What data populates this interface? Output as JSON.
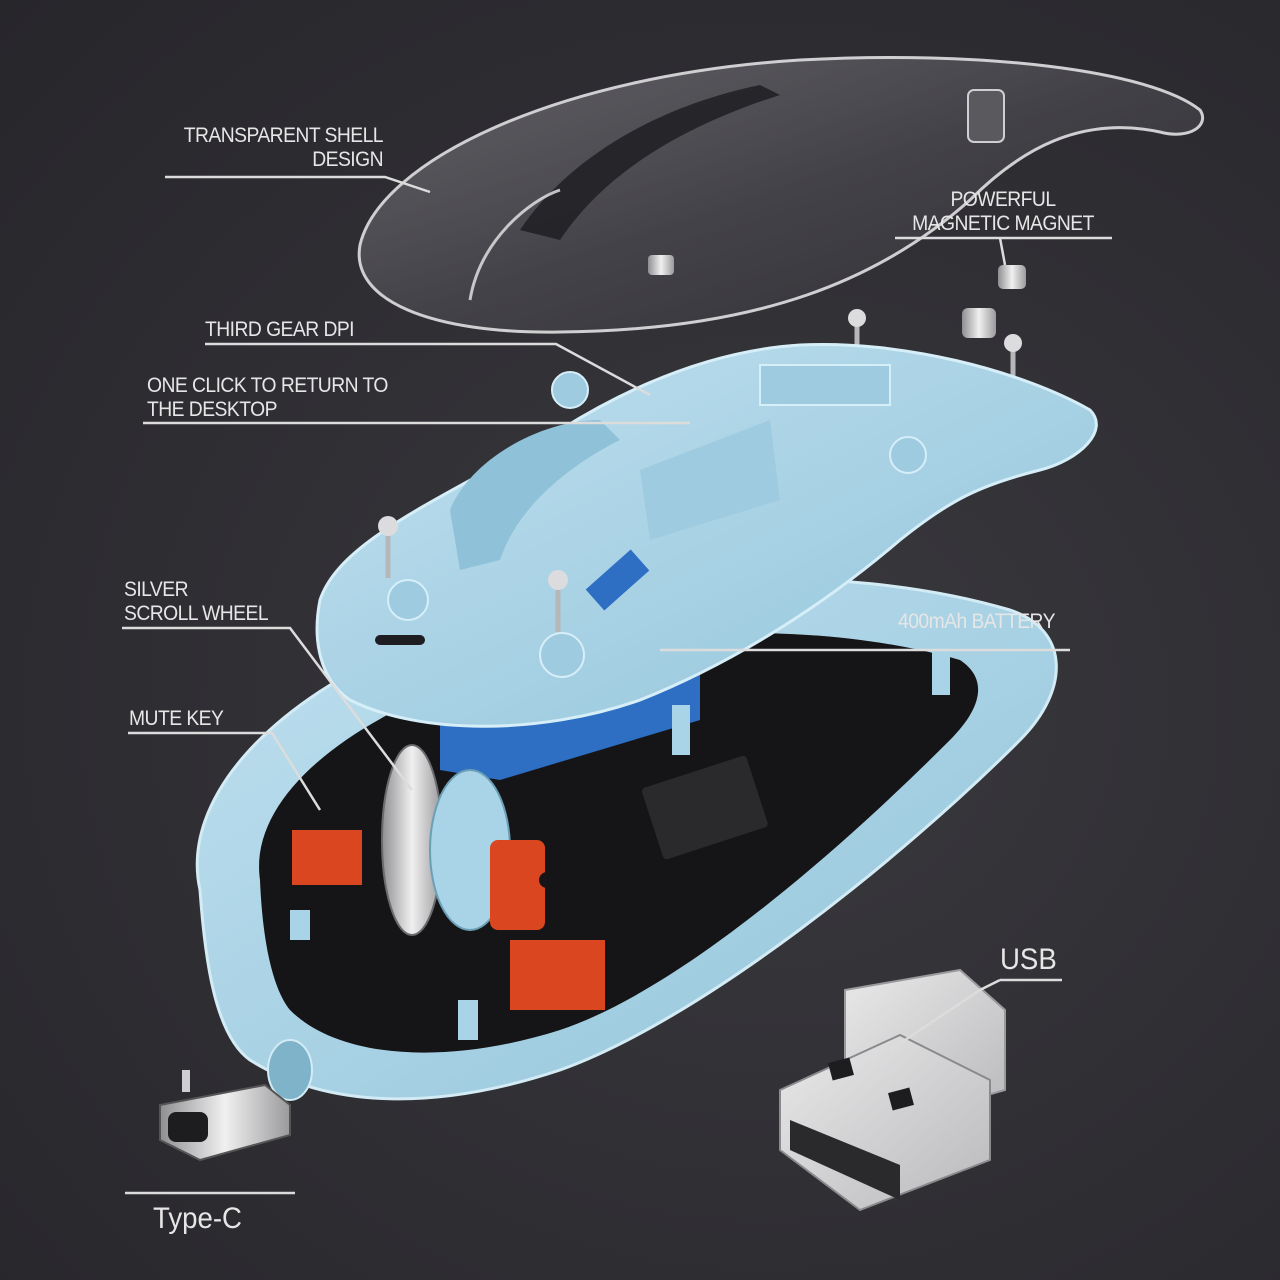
{
  "diagram": {
    "subject": "Exploded view of wireless mouse",
    "colors": {
      "background": "#2f2e33",
      "bracket_blue": "#a9d3e6",
      "shell_clear": "#6e6d72",
      "battery_blue": "#2e6fc4",
      "switch_orange": "#d9461f",
      "pcb_black": "#151517",
      "callout_line": "#dcdcdc",
      "label_text": "#e6e6e6"
    },
    "callouts": [
      {
        "id": "transparent-shell",
        "text": "TRANSPARENT SHELL\nDESIGN"
      },
      {
        "id": "magnet",
        "text": "POWERFUL\nMAGNETIC MAGNET"
      },
      {
        "id": "dpi",
        "text": "THIRD GEAR DPI"
      },
      {
        "id": "desktop",
        "text": "ONE CLICK TO RETURN TO\nTHE DESKTOP"
      },
      {
        "id": "scroll",
        "text": "SILVER\nSCROLL WHEEL"
      },
      {
        "id": "battery",
        "text": "400mAh BATTERY"
      },
      {
        "id": "mute",
        "text": "MUTE KEY"
      },
      {
        "id": "usb",
        "text": "USB"
      },
      {
        "id": "typec",
        "text": "Type-C"
      }
    ]
  }
}
